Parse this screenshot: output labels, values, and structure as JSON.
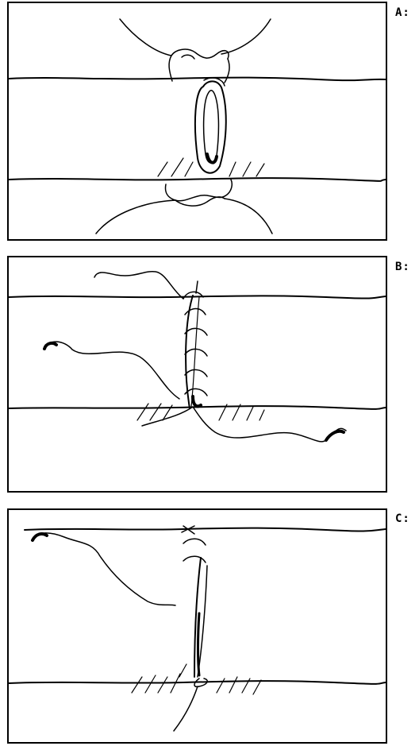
{
  "labels": {
    "a": "A:",
    "b": "B:",
    "c": "C:"
  }
}
